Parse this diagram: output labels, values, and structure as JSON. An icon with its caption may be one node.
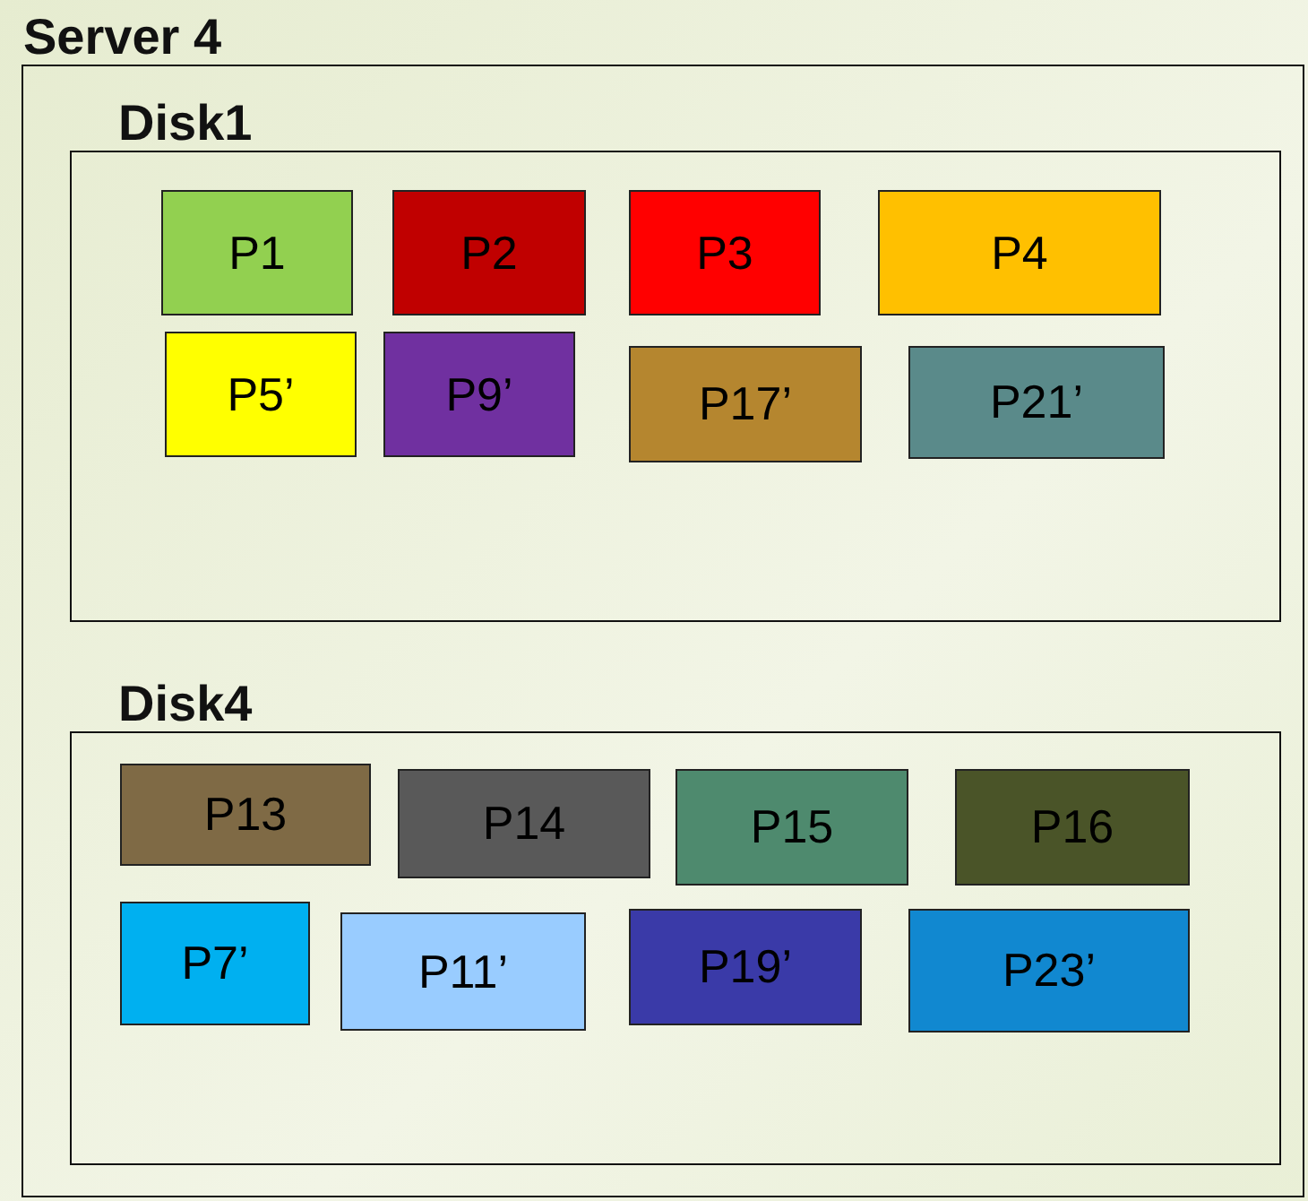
{
  "diagram": {
    "nodes": [
      {
        "text": [
          "Server 4"
        ]
      },
      {
        "text": [
          "Disk1"
        ],
        "in": 0
      },
      {
        "text": [
          "P1"
        ],
        "in": 1
      },
      {
        "text": [
          "P2"
        ],
        "in": 1
      },
      {
        "text": [
          "P3"
        ],
        "in": 1
      },
      {
        "text": [
          "P4"
        ],
        "in": 1
      },
      {
        "text": [
          "P5’"
        ],
        "in": 1
      },
      {
        "text": [
          "P9’"
        ],
        "in": 1
      },
      {
        "text": [
          "P17’"
        ],
        "in": 1
      },
      {
        "text": [
          "P21’"
        ],
        "in": 1
      },
      {
        "text": [
          "Disk4"
        ],
        "in": 0
      },
      {
        "text": [
          "P13"
        ],
        "in": 10
      },
      {
        "text": [
          "P14"
        ],
        "in": 10
      },
      {
        "text": [
          "P15"
        ],
        "in": 10
      },
      {
        "text": [
          "P16"
        ],
        "in": 10
      },
      {
        "text": [
          "P7’"
        ],
        "in": 10
      },
      {
        "text": [
          "P11’"
        ],
        "in": 10
      },
      {
        "text": [
          "P19’"
        ],
        "in": 10
      },
      {
        "text": [
          "P23’"
        ],
        "in": 10
      }
    ]
  }
}
